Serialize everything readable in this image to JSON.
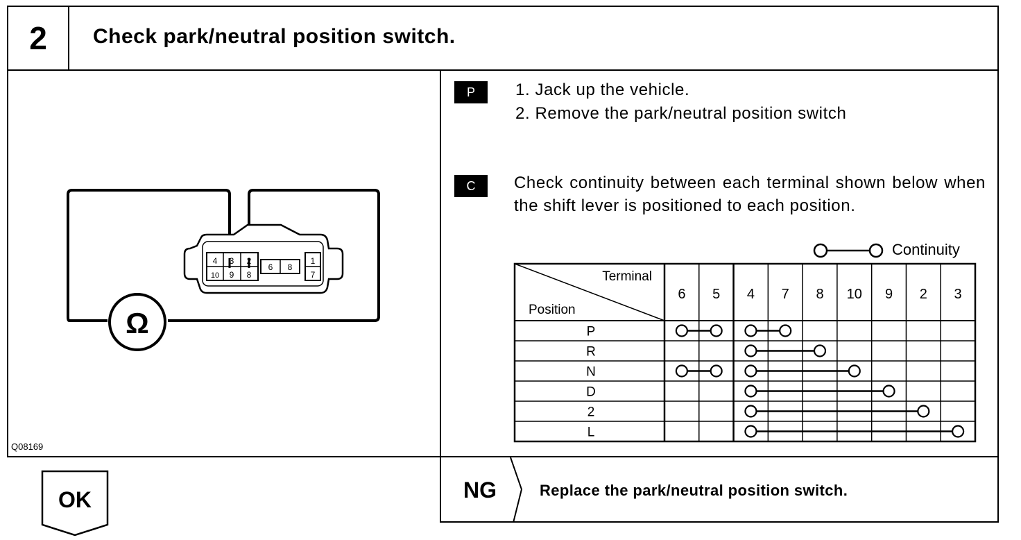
{
  "step": {
    "number": "2",
    "title": "Check park/neutral position switch."
  },
  "figure": {
    "code": "Q08169",
    "ohmmeter_symbol": "Ω",
    "connector_pins": [
      "4",
      "3",
      "2",
      "10",
      "9",
      "8",
      "6",
      "8",
      "1",
      "7"
    ]
  },
  "prep": {
    "badge": "P",
    "steps": [
      "1. Jack up the vehicle.",
      "2. Remove the park/neutral position switch"
    ]
  },
  "check": {
    "badge": "C",
    "text": "Check continuity between each terminal shown below when the shift lever is positioned to each position."
  },
  "legend": {
    "label": "Continuity"
  },
  "table": {
    "header_terminal": "Terminal",
    "header_position": "Position",
    "terminals": [
      "6",
      "5",
      "4",
      "7",
      "8",
      "10",
      "9",
      "2",
      "3"
    ],
    "rows": [
      {
        "position": "P",
        "connections": [
          [
            0,
            1
          ],
          [
            2,
            3
          ]
        ]
      },
      {
        "position": "R",
        "connections": [
          [
            2,
            4
          ]
        ]
      },
      {
        "position": "N",
        "connections": [
          [
            0,
            1
          ],
          [
            2,
            5
          ]
        ]
      },
      {
        "position": "D",
        "connections": [
          [
            2,
            6
          ]
        ]
      },
      {
        "position": "2",
        "connections": [
          [
            2,
            7
          ]
        ]
      },
      {
        "position": "L",
        "connections": [
          [
            2,
            8
          ]
        ]
      }
    ]
  },
  "ok": {
    "label": "OK"
  },
  "ng": {
    "label": "NG",
    "action": "Replace the park/neutral position switch."
  }
}
